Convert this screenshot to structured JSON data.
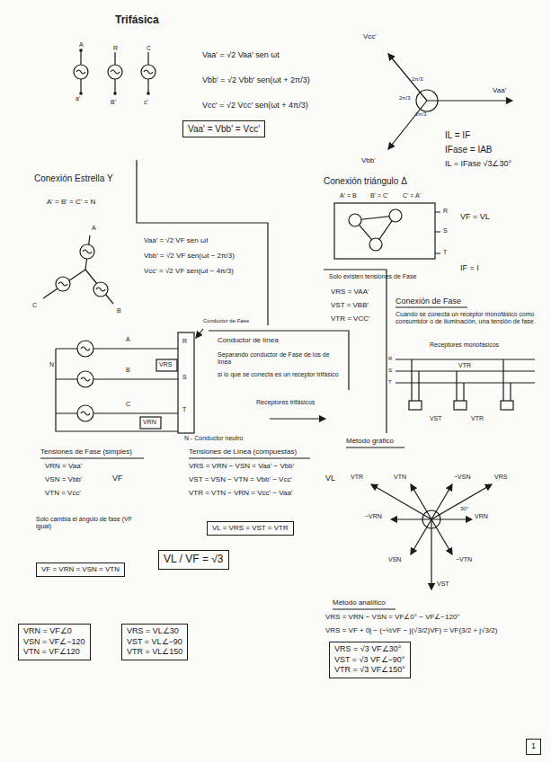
{
  "diagram": {
    "title": "Trifásica",
    "nodes": [
      {
        "text": [
          "Vaa' = Vbb' = Vcc'"
        ]
      },
      {
        "text": [
          "VF = VRN = VSN = VTN"
        ]
      },
      {
        "text": [
          "VL = VRS = VST = VTR"
        ]
      },
      {
        "text": [
          "VL / VF = √3"
        ]
      },
      {
        "text": [
          "VRN = VF∠0",
          "VSN = VF∠−120",
          "VTN = VF∠120"
        ]
      },
      {
        "text": [
          "VRS = VL∠30",
          "VST = VL∠−90",
          "VTR = VL∠150"
        ]
      },
      {
        "text": [
          "VRS = √3 VF∠30°",
          "VST = √3 VF∠−90°",
          "VTR = √3 VF∠150°"
        ]
      },
      {
        "text": [
          "1"
        ]
      }
    ],
    "labels": [
      "A",
      "R",
      "C",
      "a'",
      "B'",
      "c'",
      "Vaa' = √2 Vaa' sen ωt",
      "Vbb' = √2 Vbb' sen(ωt + 2π/3)",
      "Vcc' = √2 Vcc' sen(ωt + 4π/3)",
      "Vcc'",
      "Vaa'",
      "Vbb'",
      "2π/3",
      "2π/3",
      "2π/3",
      "IL = IF",
      "IFase = IAB",
      "IL = IFase √3∠30°",
      "Conexión Estrella Y",
      "A' = B' = C' = N",
      "A",
      "C",
      "B",
      "Vaa' = √2 VF sen ωt",
      "Vbb' = √2 VF sen(ωt − 2π/3)",
      "Vcc' = √2 VF sen(ωt − 4π/3)",
      "Conexión triángulo Δ",
      "A' = B",
      "B' = C'",
      "C' = A'",
      "R",
      "S",
      "T",
      "VF = VL",
      "IF = I",
      "Solo existen tensiones de Fase",
      "VRS = VAA'",
      "VST = VBB'",
      "VTR = VCC'",
      "Conexión de Fase",
      "Cuando se conecta un receptor monofásico como consumidor o de iluminación, una tensión de fase.",
      "Receptores monofásicos",
      "R",
      "S",
      "T",
      "VTR",
      "VST",
      "VTR",
      "A",
      "B",
      "C",
      "N",
      "R",
      "S",
      "T",
      "VRS",
      "VRN",
      "Conductor de Fase",
      "N - Conductor neutro",
      "Conductor de línea",
      "Separando conductor de Fase de los de línea",
      "si lo que se conecta es un receptor trifásico",
      "Receptores trifásicos",
      "Tensiones de Fase (simples)",
      "VRN = Vaa'",
      "VSN = Vbb'",
      "VTN = Vcc'",
      "VF",
      "Tensiones de Línea (compuestas)",
      "VRS = VRN − VSN = Vaa' − Vbb'",
      "VST = VSN − VTN = Vbb' − Vcc'",
      "VTR = VTN − VRN = Vcc' − Vaa'",
      "VL",
      "Solo cambia el ángulo de fase (VF igual)",
      "Método gráfico",
      "VRN",
      "VSN",
      "VTN",
      "−VSN",
      "−VTN",
      "−VRN",
      "VRS",
      "VST",
      "VTR",
      "30°",
      "Método analítico",
      "VRS = VRN − VSN = VF∠0° − VF∠−120°",
      "VRS = VF + 0j − (−½VF − j(√3/2)VF) = VF(3/2 + j√3/2)"
    ]
  }
}
